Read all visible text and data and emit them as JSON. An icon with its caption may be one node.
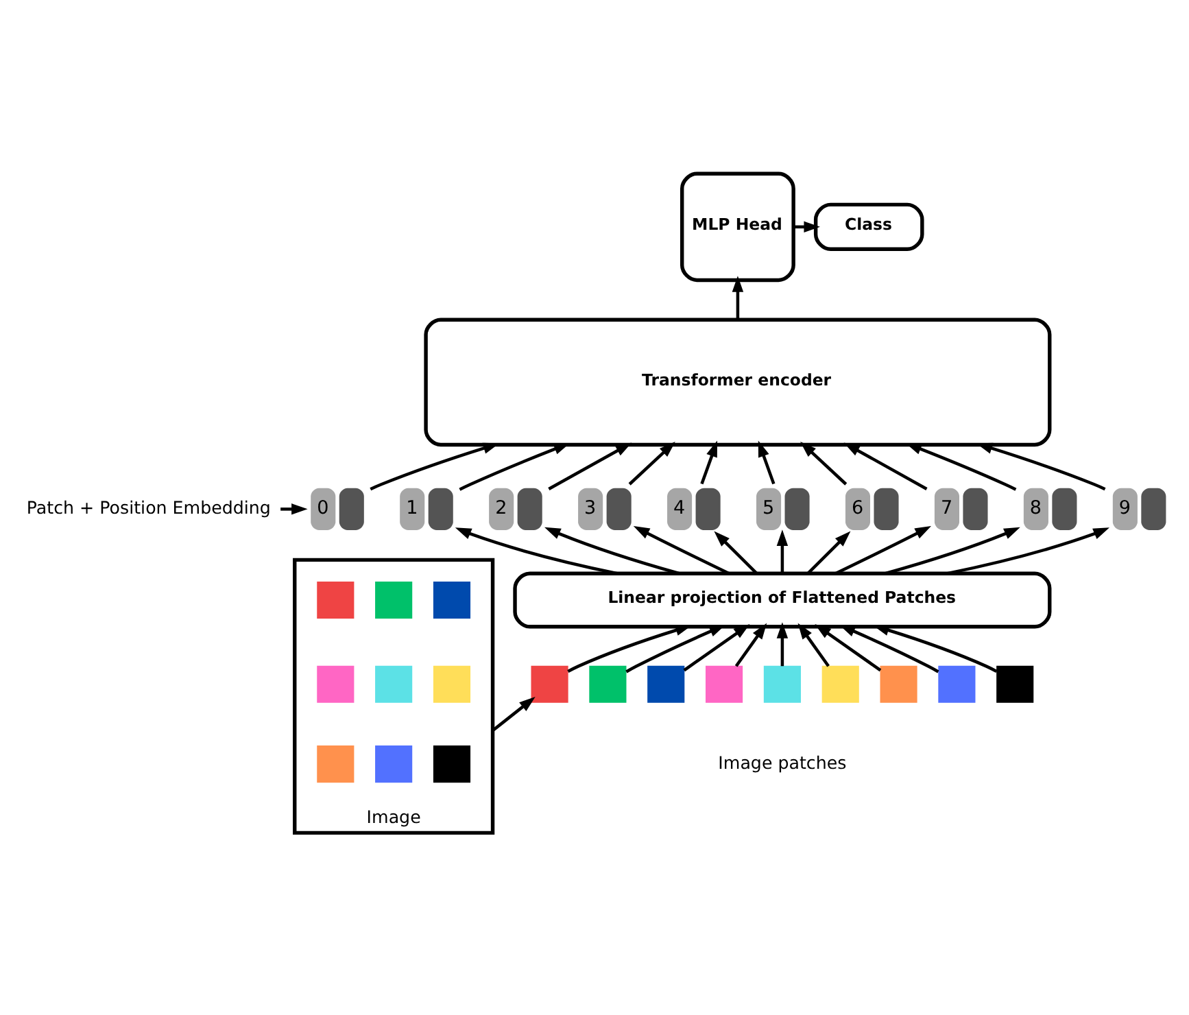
{
  "diagram": {
    "nodes": [
      {
        "text": [
          "Class"
        ]
      },
      {
        "text": [
          "MLP Head"
        ]
      },
      {
        "text": [
          "Transformer encoder"
        ]
      },
      {
        "text": [
          "Patch + Position Embedding"
        ]
      },
      {
        "text": [
          "0"
        ]
      },
      {
        "text": [
          "1"
        ]
      },
      {
        "text": [
          "2"
        ]
      },
      {
        "text": [
          "3"
        ]
      },
      {
        "text": [
          "4"
        ]
      },
      {
        "text": [
          "5"
        ]
      },
      {
        "text": [
          "6"
        ]
      },
      {
        "text": [
          "7"
        ]
      },
      {
        "text": [
          "8"
        ]
      },
      {
        "text": [
          "9"
        ]
      },
      {
        "text": [
          "Linear projection of Flattened Patches"
        ]
      },
      {
        "text": [
          "Image"
        ]
      },
      {
        "text": [],
        "shape": "box",
        "in": 15
      },
      {
        "text": [],
        "shape": "box",
        "in": 15
      },
      {
        "text": [],
        "shape": "box",
        "in": 15
      },
      {
        "text": [],
        "shape": "box",
        "in": 15
      },
      {
        "text": [],
        "shape": "box",
        "in": 15
      },
      {
        "text": [],
        "shape": "box",
        "in": 15
      },
      {
        "text": [],
        "shape": "box",
        "in": 15
      },
      {
        "text": [],
        "shape": "box",
        "in": 15
      },
      {
        "text": [],
        "shape": "box",
        "in": 15
      },
      {
        "text": [],
        "shape": "box"
      },
      {
        "text": [],
        "shape": "box"
      },
      {
        "text": [],
        "shape": "box"
      },
      {
        "text": [],
        "shape": "box"
      },
      {
        "text": [],
        "shape": "box"
      },
      {
        "text": [],
        "shape": "box"
      },
      {
        "text": [],
        "shape": "box"
      },
      {
        "text": [],
        "shape": "box"
      },
      {
        "text": [],
        "shape": "box"
      }
    ],
    "edges": [
      {
        "from": 1,
        "to": 0,
        "arrow": "to"
      },
      {
        "from": 2,
        "to": 1,
        "arrow": "to"
      },
      {
        "from": 4,
        "to": 2,
        "arrow": "to"
      },
      {
        "from": 5,
        "to": 2,
        "arrow": "to"
      },
      {
        "from": 6,
        "to": 2,
        "arrow": "to"
      },
      {
        "from": 7,
        "to": 2,
        "arrow": "to"
      },
      {
        "from": 8,
        "to": 2,
        "arrow": "to"
      },
      {
        "from": 9,
        "to": 2,
        "arrow": "to"
      },
      {
        "from": 10,
        "to": 2,
        "arrow": "to"
      },
      {
        "from": 11,
        "to": 2,
        "arrow": "to"
      },
      {
        "from": 12,
        "to": 2,
        "arrow": "to"
      },
      {
        "from": 13,
        "to": 2,
        "arrow": "to"
      },
      {
        "from": 3,
        "to": 4,
        "arrow": "to"
      },
      {
        "from": 14,
        "to": 5,
        "arrow": "to"
      },
      {
        "from": 14,
        "to": 6,
        "arrow": "to"
      },
      {
        "from": 14,
        "to": 7,
        "arrow": "to"
      },
      {
        "from": 14,
        "to": 8,
        "arrow": "to"
      },
      {
        "from": 14,
        "to": 9,
        "arrow": "to"
      },
      {
        "from": 14,
        "to": 10,
        "arrow": "to"
      },
      {
        "from": 14,
        "to": 11,
        "arrow": "to"
      },
      {
        "from": 14,
        "to": 12,
        "arrow": "to"
      },
      {
        "from": 14,
        "to": 13,
        "arrow": "to"
      },
      {
        "from": 25,
        "to": 14,
        "arrow": "to"
      },
      {
        "from": 26,
        "to": 14,
        "arrow": "to"
      },
      {
        "from": 27,
        "to": 14,
        "arrow": "to"
      },
      {
        "from": 28,
        "to": 14,
        "arrow": "to"
      },
      {
        "from": 29,
        "to": 14,
        "arrow": "to"
      },
      {
        "from": 30,
        "to": 14,
        "arrow": "to"
      },
      {
        "from": 31,
        "to": 14,
        "arrow": "to"
      },
      {
        "from": 32,
        "to": 14,
        "arrow": "to"
      },
      {
        "from": 33,
        "to": 14,
        "arrow": "to"
      },
      {
        "from": 15,
        "to": 25,
        "arrow": "to"
      }
    ],
    "labels": [
      "Image patches"
    ]
  }
}
